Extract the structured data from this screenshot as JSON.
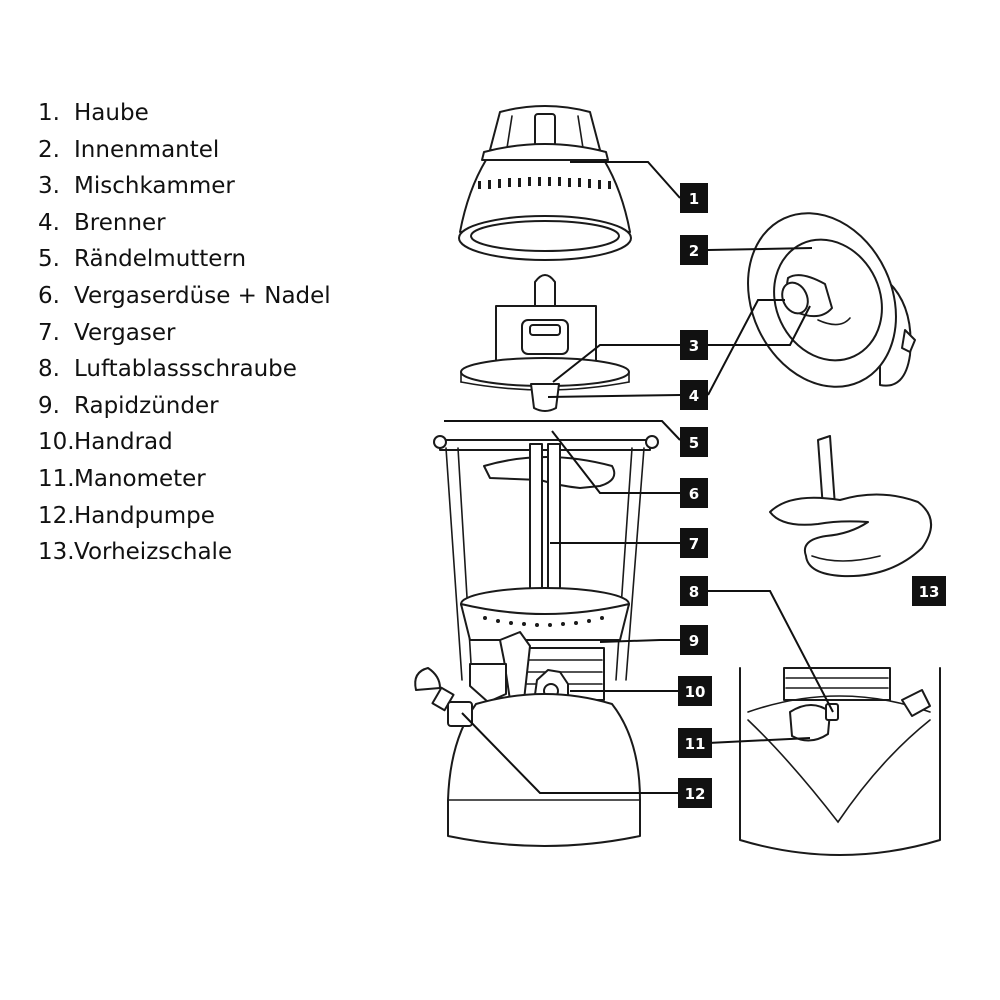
{
  "legend": [
    {
      "num": "1.",
      "label": "Haube"
    },
    {
      "num": "2.",
      "label": "Innenmantel"
    },
    {
      "num": "3.",
      "label": "Mischkammer"
    },
    {
      "num": "4.",
      "label": "Brenner"
    },
    {
      "num": "5.",
      "label": "Rändelmuttern"
    },
    {
      "num": "6.",
      "label": "Vergaserdüse + Nadel"
    },
    {
      "num": "7.",
      "label": "Vergaser"
    },
    {
      "num": "8.",
      "label": "Luftablassschraube"
    },
    {
      "num": "9.",
      "label": "Rapidzünder"
    },
    {
      "num": "10.",
      "label": "Handrad"
    },
    {
      "num": "11.",
      "label": "Manometer"
    },
    {
      "num": "12.",
      "label": "Handpumpe"
    },
    {
      "num": "13.",
      "label": "Vorheizschale"
    }
  ],
  "callouts": [
    "1",
    "2",
    "3",
    "4",
    "5",
    "6",
    "7",
    "8",
    "9",
    "10",
    "11",
    "12",
    "13"
  ],
  "colors": {
    "ink": "#111111",
    "paper": "#ffffff"
  }
}
